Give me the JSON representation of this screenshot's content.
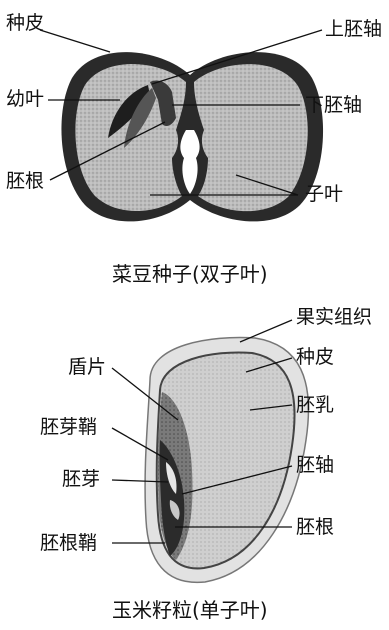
{
  "bean": {
    "labels": {
      "seed_coat": "种皮",
      "epicotyl": "上胚轴",
      "plumule": "幼叶",
      "hypocotyl": "下胚轴",
      "radicle": "胚根",
      "cotyledon": "子叶"
    },
    "caption": "菜豆种子(双子叶)"
  },
  "corn": {
    "labels": {
      "pericarp": "果实组织",
      "seed_coat": "种皮",
      "scutellum": "盾片",
      "endosperm": "胚乳",
      "coleoptile": "胚芽鞘",
      "plumule": "胚芽",
      "embryo_axis": "胚轴",
      "radicle": "胚根",
      "coleorhiza": "胚根鞘"
    },
    "caption": "玉米籽粒(单子叶)"
  }
}
